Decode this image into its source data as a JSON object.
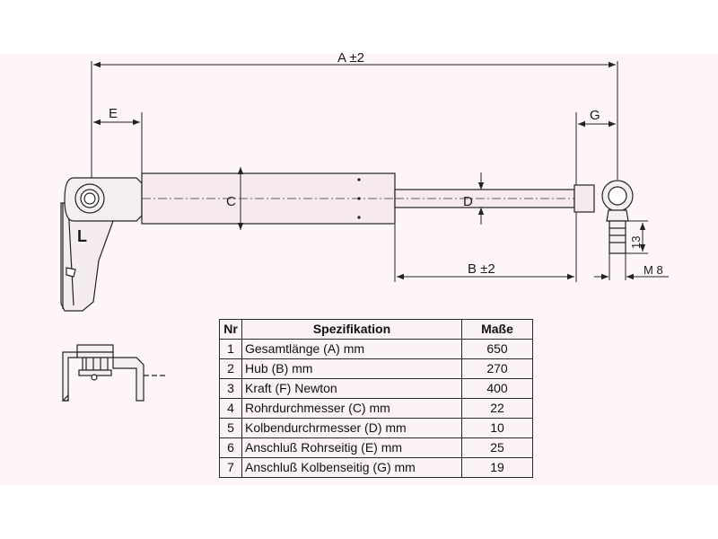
{
  "dimensions": {
    "A": "A ±2",
    "B": "B ±2",
    "C": "C",
    "D": "D",
    "E": "E",
    "G": "G",
    "L": "L",
    "thread_length": "13",
    "thread": "M 8"
  },
  "table": {
    "headers": [
      "Nr",
      "Spezifikation",
      "Maße"
    ],
    "rows": [
      {
        "nr": "1",
        "spec": "Gesamtlänge (A) mm",
        "value": "650"
      },
      {
        "nr": "2",
        "spec": "Hub (B)  mm",
        "value": "270"
      },
      {
        "nr": "3",
        "spec": "Kraft (F) Newton",
        "value": "400"
      },
      {
        "nr": "4",
        "spec": "Rohrdurchmesser (C) mm",
        "value": "22"
      },
      {
        "nr": "5",
        "spec": "Kolbendurchrmesser (D) mm",
        "value": "10"
      },
      {
        "nr": "6",
        "spec": "Anschluß Rohrseitig (E) mm",
        "value": "25"
      },
      {
        "nr": "7",
        "spec": "Anschluß Kolbenseitig (G) mm",
        "value": "19"
      }
    ]
  }
}
